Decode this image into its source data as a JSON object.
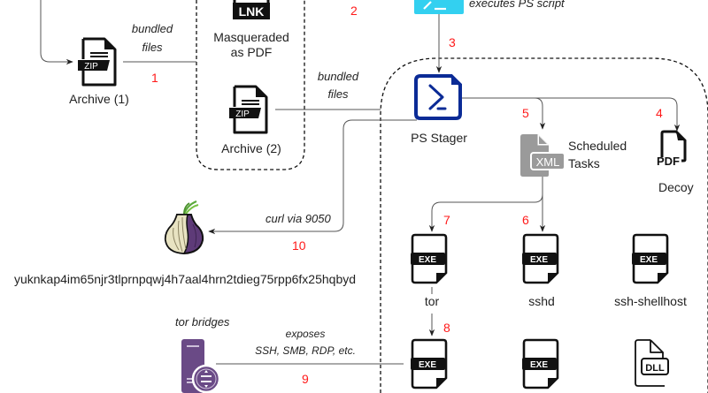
{
  "nodes": {
    "archive1": {
      "label": "Archive (1)",
      "badge": "ZIP",
      "icon": "zip-file-icon"
    },
    "lnk": {
      "label_line1": "Masqueraded",
      "label_line2": "as PDF",
      "badge": "LNK",
      "icon": "lnk-file-icon"
    },
    "archive2": {
      "label": "Archive (2)",
      "badge": "ZIP",
      "icon": "zip-file-icon"
    },
    "terminal": {
      "caption": "executes PS script",
      "icon": "terminal-icon"
    },
    "ps_stager": {
      "label": "PS Stager",
      "icon": "powershell-icon"
    },
    "scheduled_tasks": {
      "label_line1": "Scheduled",
      "label_line2": "Tasks",
      "badge": "XML",
      "icon": "xml-file-icon"
    },
    "decoy": {
      "label": "Decoy",
      "badge": "PDF",
      "icon": "pdf-file-icon"
    },
    "tor_exe": {
      "label": "tor",
      "badge": "EXE",
      "icon": "exe-file-icon"
    },
    "sshd": {
      "label": "sshd",
      "badge": "EXE",
      "icon": "exe-file-icon"
    },
    "ssh_shellhost": {
      "label": "ssh-shellhost",
      "badge": "EXE",
      "icon": "exe-file-icon"
    },
    "exe_bottom1": {
      "badge": "EXE",
      "icon": "exe-file-icon"
    },
    "exe_bottom2": {
      "badge": "EXE",
      "icon": "exe-file-icon"
    },
    "dll_bottom": {
      "badge": "DLL",
      "icon": "dll-file-icon"
    },
    "onion": {
      "label": "yuknkap4im65njr3tlprnpqwj4h7aal4hrn2tdieg75rpp6fx25hqbyd",
      "icon": "tor-onion-icon"
    },
    "tor_bridges": {
      "label": "tor bridges",
      "icon": "server-icon"
    }
  },
  "edges": {
    "bundled1": {
      "line1": "bundled",
      "line2": "files",
      "step": "1"
    },
    "bundled2": {
      "line1": "bundled",
      "line2": "files"
    },
    "step2": "2",
    "step3": "3",
    "step4": "4",
    "step5": "5",
    "step6": "6",
    "step7": "7",
    "step8": "8",
    "curl": {
      "label": "curl via 9050",
      "step": "10"
    },
    "exposes": {
      "line1": "exposes",
      "line2": "SSH, SMB, RDP, etc.",
      "step": "9"
    }
  },
  "colors": {
    "step_number": "#ff1a1a",
    "powershell_blue": "#0b2b96",
    "terminal_cyan": "#33d0f0",
    "xml_gray": "#9a9a9a",
    "tor_purple": "#5e3b78",
    "line_gray": "#555555"
  }
}
